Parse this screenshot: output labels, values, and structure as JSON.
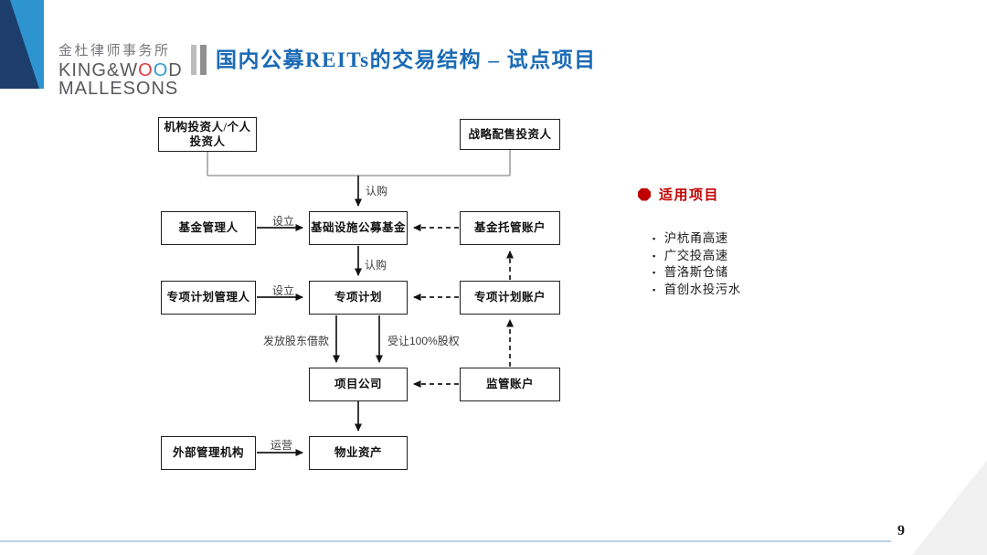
{
  "logo": {
    "cn": "金杜律师事务所",
    "en1": "KING&W",
    "o1": "O",
    "o2": "O",
    "en2": "D",
    "en3": "MALLESONS"
  },
  "title": "国内公募REITs的交易结构 – 试点项目",
  "diagram": {
    "boxes": [
      {
        "id": "institutional-investor",
        "label": "机构投资人/个人\n投资人"
      },
      {
        "id": "strategic-investor",
        "label": "战略配售投资人"
      },
      {
        "id": "fund-manager",
        "label": "基金管理人"
      },
      {
        "id": "infrastructure-fund",
        "label": "基础设施公募基金"
      },
      {
        "id": "fund-custody-account",
        "label": "基金托管账户"
      },
      {
        "id": "spv-plan-manager",
        "label": "专项计划管理人"
      },
      {
        "id": "spv-plan",
        "label": "专项计划"
      },
      {
        "id": "spv-plan-account",
        "label": "专项计划账户"
      },
      {
        "id": "project-company",
        "label": "项目公司"
      },
      {
        "id": "supervision-account",
        "label": "监管账户"
      },
      {
        "id": "external-manager",
        "label": "外部管理机构"
      },
      {
        "id": "property-assets",
        "label": "物业资产"
      }
    ],
    "edge_labels": {
      "subscribe_top": "认购",
      "establish_fund": "设立",
      "subscribe_mid": "认购",
      "establish_plan": "设立",
      "shareholder_loan": "发放股东借款",
      "equity_transfer": "受让100%股权",
      "operate": "运营"
    }
  },
  "side_panel": {
    "title": "适用项目",
    "bullet": "▪",
    "items": [
      "沪杭甬高速",
      "广交投高速",
      "普洛斯仓储",
      "首创水投污水"
    ]
  },
  "page_number": "9",
  "colors": {
    "title_blue": "#1a6ab5",
    "brand_navy": "#1d3d6d",
    "brand_blue": "#2d94cf",
    "brand_red": "#e23a3c",
    "panel_red": "#c20000",
    "box_border": "#1f1f1f",
    "footer_line_blue": "#b9d3e3"
  }
}
